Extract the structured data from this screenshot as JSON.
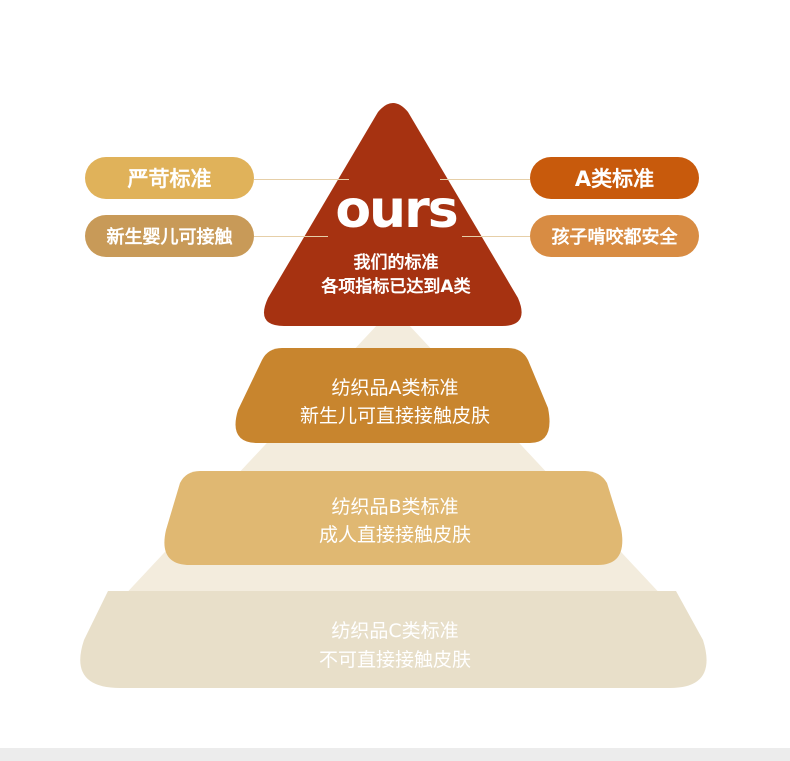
{
  "left_labels": [
    "严苛标准",
    "新生婴儿可接触"
  ],
  "right_labels": [
    "A类标准",
    "孩子啃咬都安全"
  ],
  "top_tier": {
    "brand": "ours",
    "line1": "我们的标准",
    "line2": "各项指标已达到A类"
  },
  "tiers": [
    {
      "line1": "纺织品A类标准",
      "line2": "新生儿可直接接触皮肤"
    },
    {
      "line1": "纺织品B类标准",
      "line2": "成人直接接触皮肤"
    },
    {
      "line1": "纺织品C类标准",
      "line2": "不可直接接触皮肤"
    }
  ],
  "colors": {
    "top": "#a63211",
    "tier_a": "#c8852e",
    "tier_b": "#e0b872",
    "tier_c": "#e8dfc9",
    "backdrop": "#f3ecdd"
  }
}
